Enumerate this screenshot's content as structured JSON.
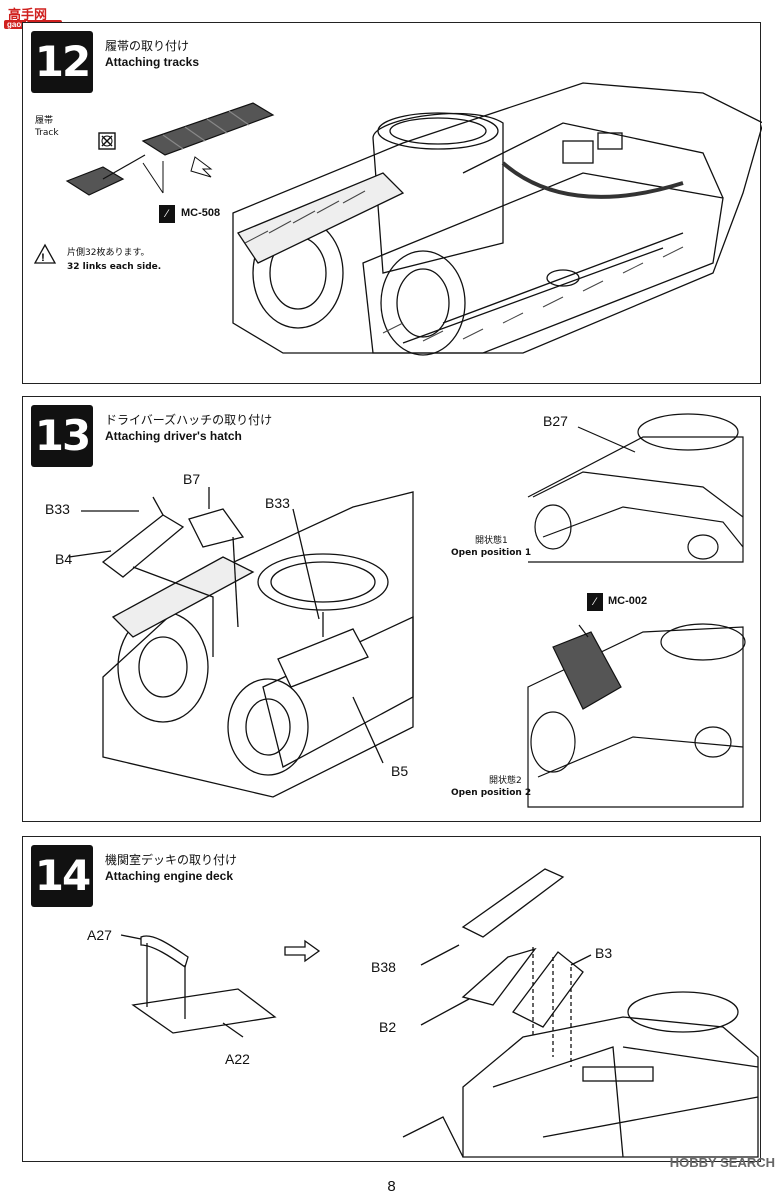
{
  "watermark_top": {
    "line1": "高手网",
    "line2": "gaoshou.com"
  },
  "steps": [
    {
      "num": "12",
      "title_jp": "履帯の取り付け",
      "title_en": "Attaching tracks",
      "labels": {
        "track_jp": "履帯",
        "track_en": "Track",
        "paint": "MC-508",
        "note_jp": "片側32枚あります。",
        "note_en": "32 links each side."
      }
    },
    {
      "num": "13",
      "title_jp": "ドライバーズハッチの取り付け",
      "title_en": "Attaching driver's hatch",
      "labels": {
        "b33a": "B33",
        "b7": "B7",
        "b33b": "B33",
        "b4": "B4",
        "b5": "B5",
        "b27": "B27",
        "open1_jp": "開状態1",
        "open1_en": "Open position 1",
        "paint": "MC-002",
        "open2_jp": "開状態2",
        "open2_en": "Open position 2"
      }
    },
    {
      "num": "14",
      "title_jp": "機関室デッキの取り付け",
      "title_en": "Attaching engine deck",
      "labels": {
        "a27": "A27",
        "a22": "A22",
        "b38": "B38",
        "b3": "B3",
        "b2": "B2"
      }
    }
  ],
  "watermark_bottom": "HOBBY SEARCH",
  "page_number": "8"
}
